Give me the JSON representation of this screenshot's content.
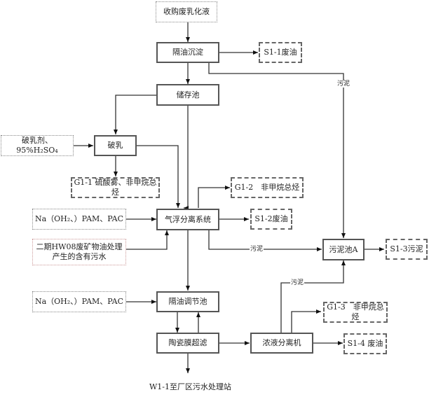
{
  "diagram": {
    "nodes": {
      "raw_input": "收购废乳化液",
      "oil_separation": "隔油沉淀",
      "s1_1": "S1-1废油",
      "storage": "储存池",
      "demulsify_input": "破乳剂、95%H₂SO₄",
      "demulsify": "破乳",
      "g1_1": "G1-1 硫酸雾、非甲烷总烃",
      "g1_2": "G1-2　非甲烷总烃",
      "chem_input_1": "Na（OH₂、）PAM、PAC",
      "flotation": "气浮分离系统",
      "s1_2": "S1-2废油",
      "hw08_input": "二期HW08废矿物油处理产生的含有污水",
      "sludge_tank": "污泥池A",
      "s1_3": "S1-3污泥",
      "chem_input_2": "Na（OH₂、）PAM、PAC",
      "oil_adjust_tank": "隔油调节池",
      "ceramic_uf": "陶瓷膜超滤",
      "concentrate_separator": "浓液分离机",
      "g1_3": "G1-3　非甲烷总烃",
      "s1_4": "S1-4 废油",
      "w1_1": "W1-1至厂区污水处理站"
    },
    "edge_labels": {
      "sludge_1": "污泥",
      "sludge_2": "污泥",
      "sludge_3": "污泥"
    }
  }
}
